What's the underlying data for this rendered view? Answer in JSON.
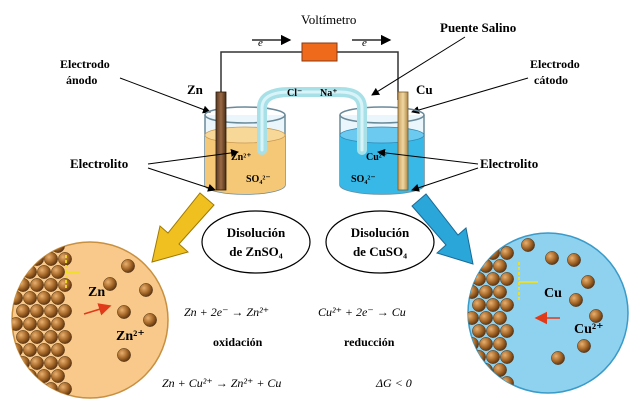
{
  "labels": {
    "voltmeter": "Voltímetro",
    "electron_left": "e⁻",
    "electron_right": "e⁻",
    "salt_bridge": "Puente Salino",
    "anode_line1": "Electrodo",
    "anode_line2": "ánodo",
    "cathode_line1": "Electrodo",
    "cathode_line2": "cátodo",
    "zn_metal": "Zn",
    "cu_metal": "Cu",
    "cl_ion": "Cl⁻",
    "na_ion": "Na⁺",
    "zn_ion_beaker": "Zn²⁺",
    "cu_ion_beaker": "Cu²⁺",
    "so4_left": "SO₄²⁻",
    "so4_right": "SO₄²⁻",
    "electrolyte_left": "Electrolito",
    "electrolyte_right": "Electrolito",
    "sol_left_line1": "Disolución",
    "sol_left_line2": "de ZnSO₄",
    "sol_right_line1": "Disolución",
    "sol_right_line2": "de CuSO₄",
    "zoom_left_metal": "Zn",
    "zoom_left_ion": "Zn²⁺",
    "zoom_right_metal": "Cu",
    "zoom_right_ion": "Cu²⁺"
  },
  "equations": {
    "oxidation_eq": "Zn + 2e⁻ → Zn²⁺",
    "reduction_eq": "Cu²⁺ + 2e⁻ → Cu",
    "oxidation_label": "oxidación",
    "reduction_label": "reducción",
    "overall_eq": "Zn + Cu²⁺ → Zn²⁺ + Cu",
    "gibbs": "ΔG < 0"
  },
  "colors": {
    "zinc_solution": "#f5c878",
    "copper_solution": "#38b8e6",
    "zinc_zoom": "#f8c98a",
    "copper_zoom": "#8fd2f0",
    "salt_bridge": "#a8e0e8",
    "voltmeter": "#f06a1c",
    "atom": "#a86a2a",
    "arrow_yellow": "#f0c020",
    "arrow_blue": "#2aa6d8",
    "arrow_red": "#e03a1a"
  }
}
